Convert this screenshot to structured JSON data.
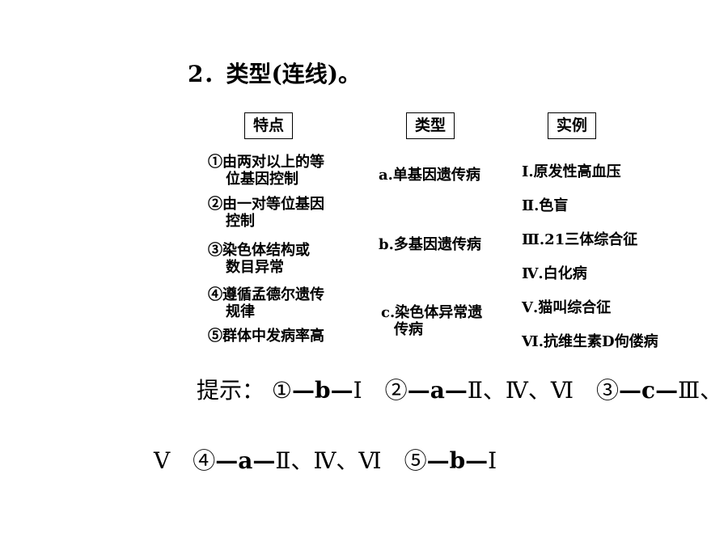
{
  "title": "2．类型(连线)。",
  "headers": {
    "features": "特点",
    "types": "类型",
    "examples": "实例"
  },
  "features": [
    {
      "line1": "①由两对以上的等",
      "line2": "位基因控制"
    },
    {
      "line1": "②由一对等位基因",
      "line2": "控制"
    },
    {
      "line1": "③染色体结构或",
      "line2": "数目异常"
    },
    {
      "line1": "④遵循孟德尔遗传",
      "line2": "规律"
    },
    {
      "line1": "⑤群体中发病率高",
      "line2": ""
    }
  ],
  "types": [
    {
      "line1": "a.单基因遗传病",
      "line2": ""
    },
    {
      "line1": "b.多基因遗传病",
      "line2": ""
    },
    {
      "line1": "c.染色体异常遗",
      "line2": "传病"
    }
  ],
  "examples": [
    "Ⅰ.原发性高血压",
    "Ⅱ.色盲",
    "Ⅲ.21三体综合征",
    "Ⅳ.白化病",
    "Ⅴ.猫叫综合征",
    "Ⅵ.抗维生素D佝偻病"
  ],
  "hint": {
    "label": "提示：",
    "line1": [
      {
        "t": "①",
        "b": false
      },
      {
        "t": "—b—",
        "b": true
      },
      {
        "t": "Ⅰ　",
        "b": false
      },
      {
        "t": "②",
        "b": false
      },
      {
        "t": "—a—",
        "b": true
      },
      {
        "t": "Ⅱ、Ⅳ、Ⅵ　",
        "b": false
      },
      {
        "t": "③",
        "b": false
      },
      {
        "t": "—c—",
        "b": true
      },
      {
        "t": "Ⅲ、",
        "b": false
      }
    ],
    "line2": [
      {
        "t": "Ⅴ　",
        "b": false
      },
      {
        "t": "④",
        "b": false
      },
      {
        "t": "—a—",
        "b": true
      },
      {
        "t": "Ⅱ、Ⅳ、Ⅵ　",
        "b": false
      },
      {
        "t": "⑤",
        "b": false
      },
      {
        "t": "—b—",
        "b": true
      },
      {
        "t": "Ⅰ",
        "b": false
      }
    ]
  }
}
